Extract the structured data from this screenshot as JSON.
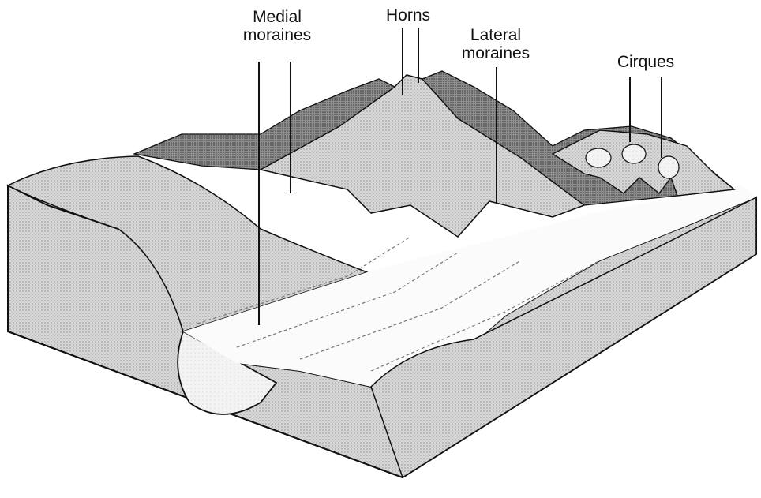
{
  "labels": {
    "medial": [
      "Medial",
      "moraines"
    ],
    "horns": "Horns",
    "lateral": [
      "Lateral",
      "moraines"
    ],
    "cirques": "Cirques"
  },
  "colors": {
    "ink": "#111111",
    "stipple": "#9a9a9a",
    "dark_rock": "#555555",
    "ice": "#f4f4f4"
  }
}
